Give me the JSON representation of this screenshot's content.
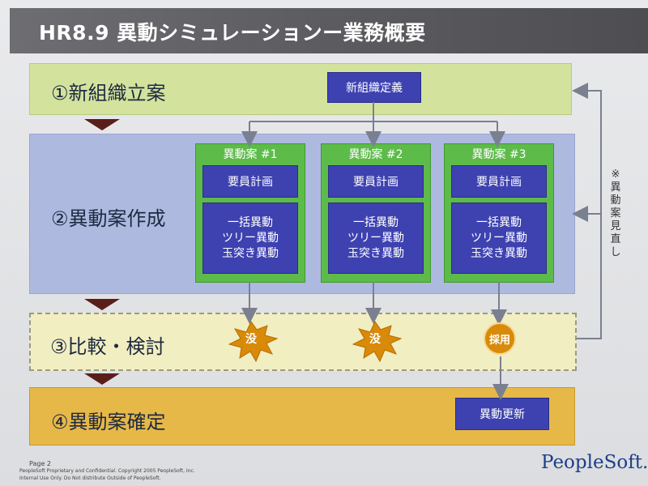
{
  "title": "HR8.9 異動シミュレーションー業務概要",
  "rows": [
    {
      "label": "①新組織立案"
    },
    {
      "label": "②異動案作成"
    },
    {
      "label": "③比較・検討"
    },
    {
      "label": "④異動案確定"
    }
  ],
  "new_org_box": "新組織定義",
  "plans": [
    {
      "head": "異動案 #1",
      "box1": "要員計画",
      "lines": [
        "一括異動",
        "ツリー異動",
        "玉突き異動"
      ]
    },
    {
      "head": "異動案 #2",
      "box1": "要員計画",
      "lines": [
        "一括異動",
        "ツリー異動",
        "玉突き異動"
      ]
    },
    {
      "head": "異動案 #3",
      "box1": "要員計画",
      "lines": [
        "一括異動",
        "ツリー異動",
        "玉突き異動"
      ]
    }
  ],
  "results": {
    "rejected1": "没",
    "rejected2": "没",
    "adopted": "採用"
  },
  "final_box": "異動更新",
  "side_note": "※異動案見直し",
  "footer": {
    "page": "Page 2",
    "line1": "PeopleSoft Proprietary and Confidential. Copyright 2005 PeopleSoft, Inc.",
    "line2": "Internal Use Only. Do Not distribute Outside of PeopleSoft."
  },
  "logo": "PeopleSoft.",
  "colors": {
    "row1": "#d3e39e",
    "row2": "#aeb9e0",
    "row3": "#f1eec2",
    "row4": "#e6b848",
    "box_blue": "#3e42b0",
    "plan_green": "#5dbb4a",
    "starburst": "#d88a08"
  }
}
